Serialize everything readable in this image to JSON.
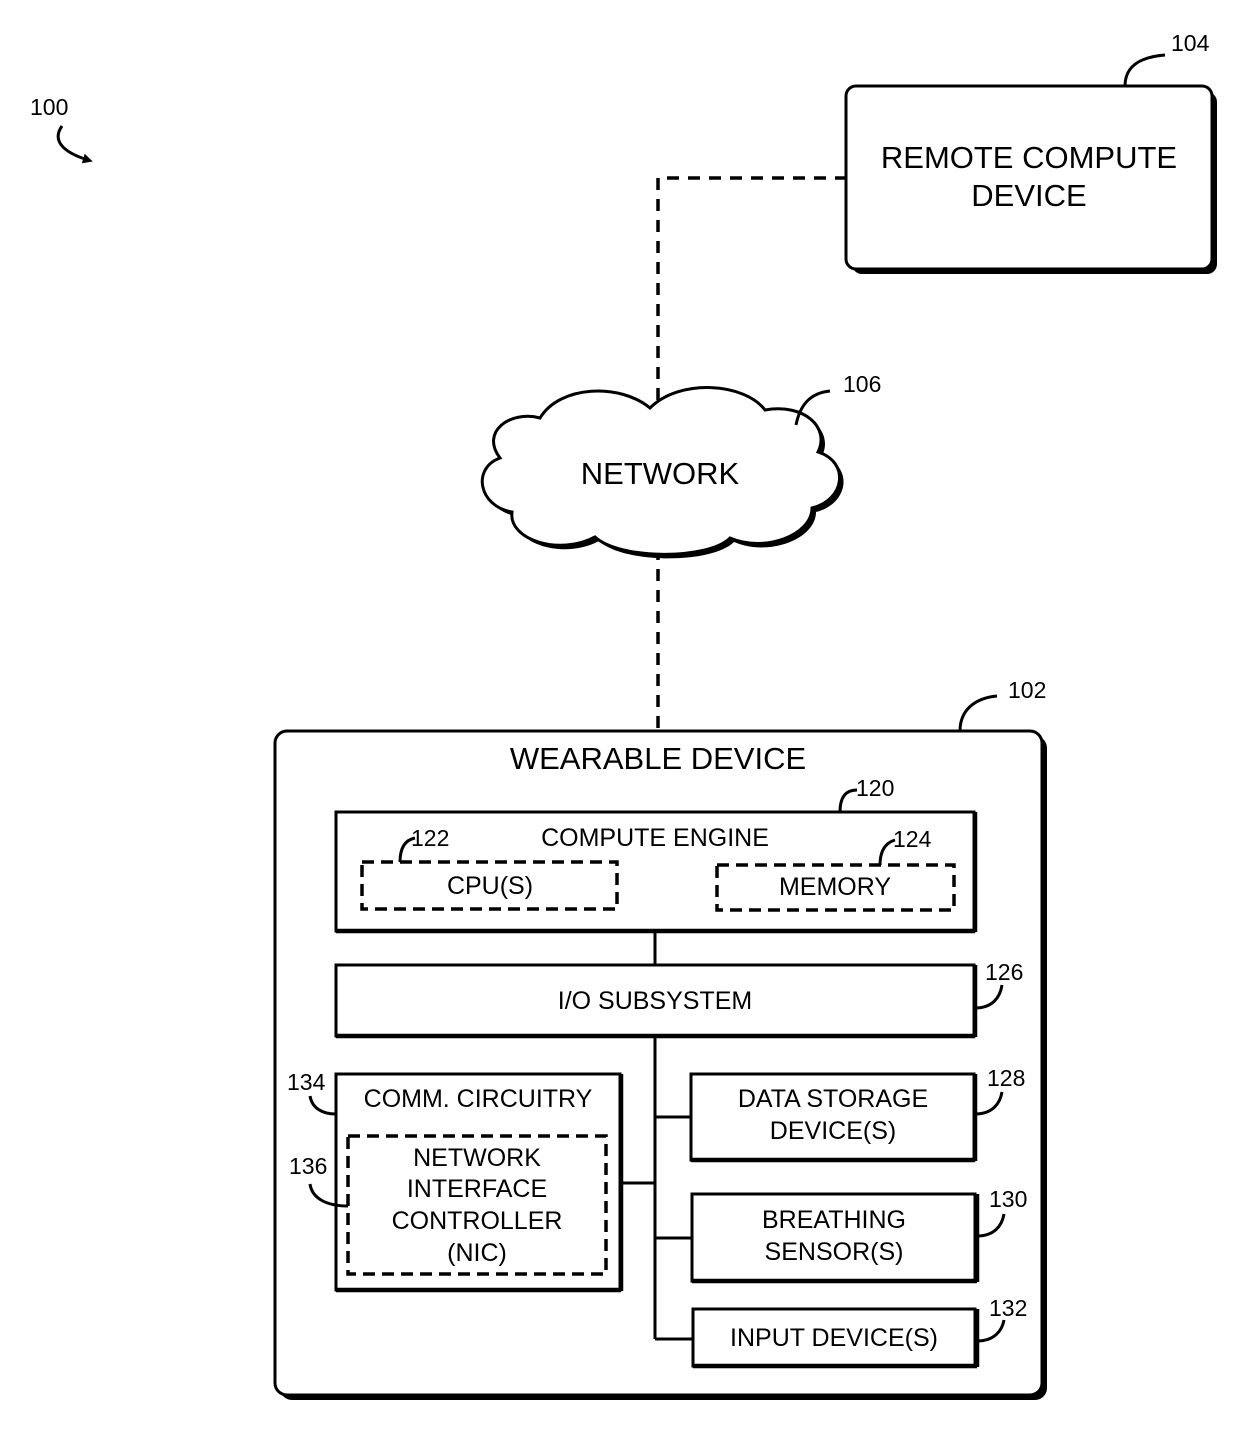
{
  "figure": {
    "ref": "100"
  },
  "remote_compute_device": {
    "ref": "104",
    "line1": "REMOTE COMPUTE",
    "line2": "DEVICE"
  },
  "network": {
    "ref": "106",
    "label": "NETWORK"
  },
  "wearable_device": {
    "ref": "102",
    "label": "WEARABLE DEVICE",
    "compute_engine": {
      "ref": "120",
      "label": "COMPUTE ENGINE",
      "cpu": {
        "ref": "122",
        "label": "CPU(S)"
      },
      "memory": {
        "ref": "124",
        "label": "MEMORY"
      }
    },
    "io_subsystem": {
      "ref": "126",
      "label": "I/O SUBSYSTEM"
    },
    "comm_circuitry": {
      "ref": "134",
      "label": "COMM. CIRCUITRY",
      "nic": {
        "ref": "136",
        "lines": [
          "NETWORK",
          "INTERFACE",
          "CONTROLLER",
          "(NIC)"
        ]
      }
    },
    "data_storage": {
      "ref": "128",
      "line1": "DATA STORAGE",
      "line2": "DEVICE(S)"
    },
    "breathing_sensor": {
      "ref": "130",
      "line1": "BREATHING",
      "line2": "SENSOR(S)"
    },
    "input_devices": {
      "ref": "132",
      "label": "INPUT DEVICE(S)"
    }
  }
}
